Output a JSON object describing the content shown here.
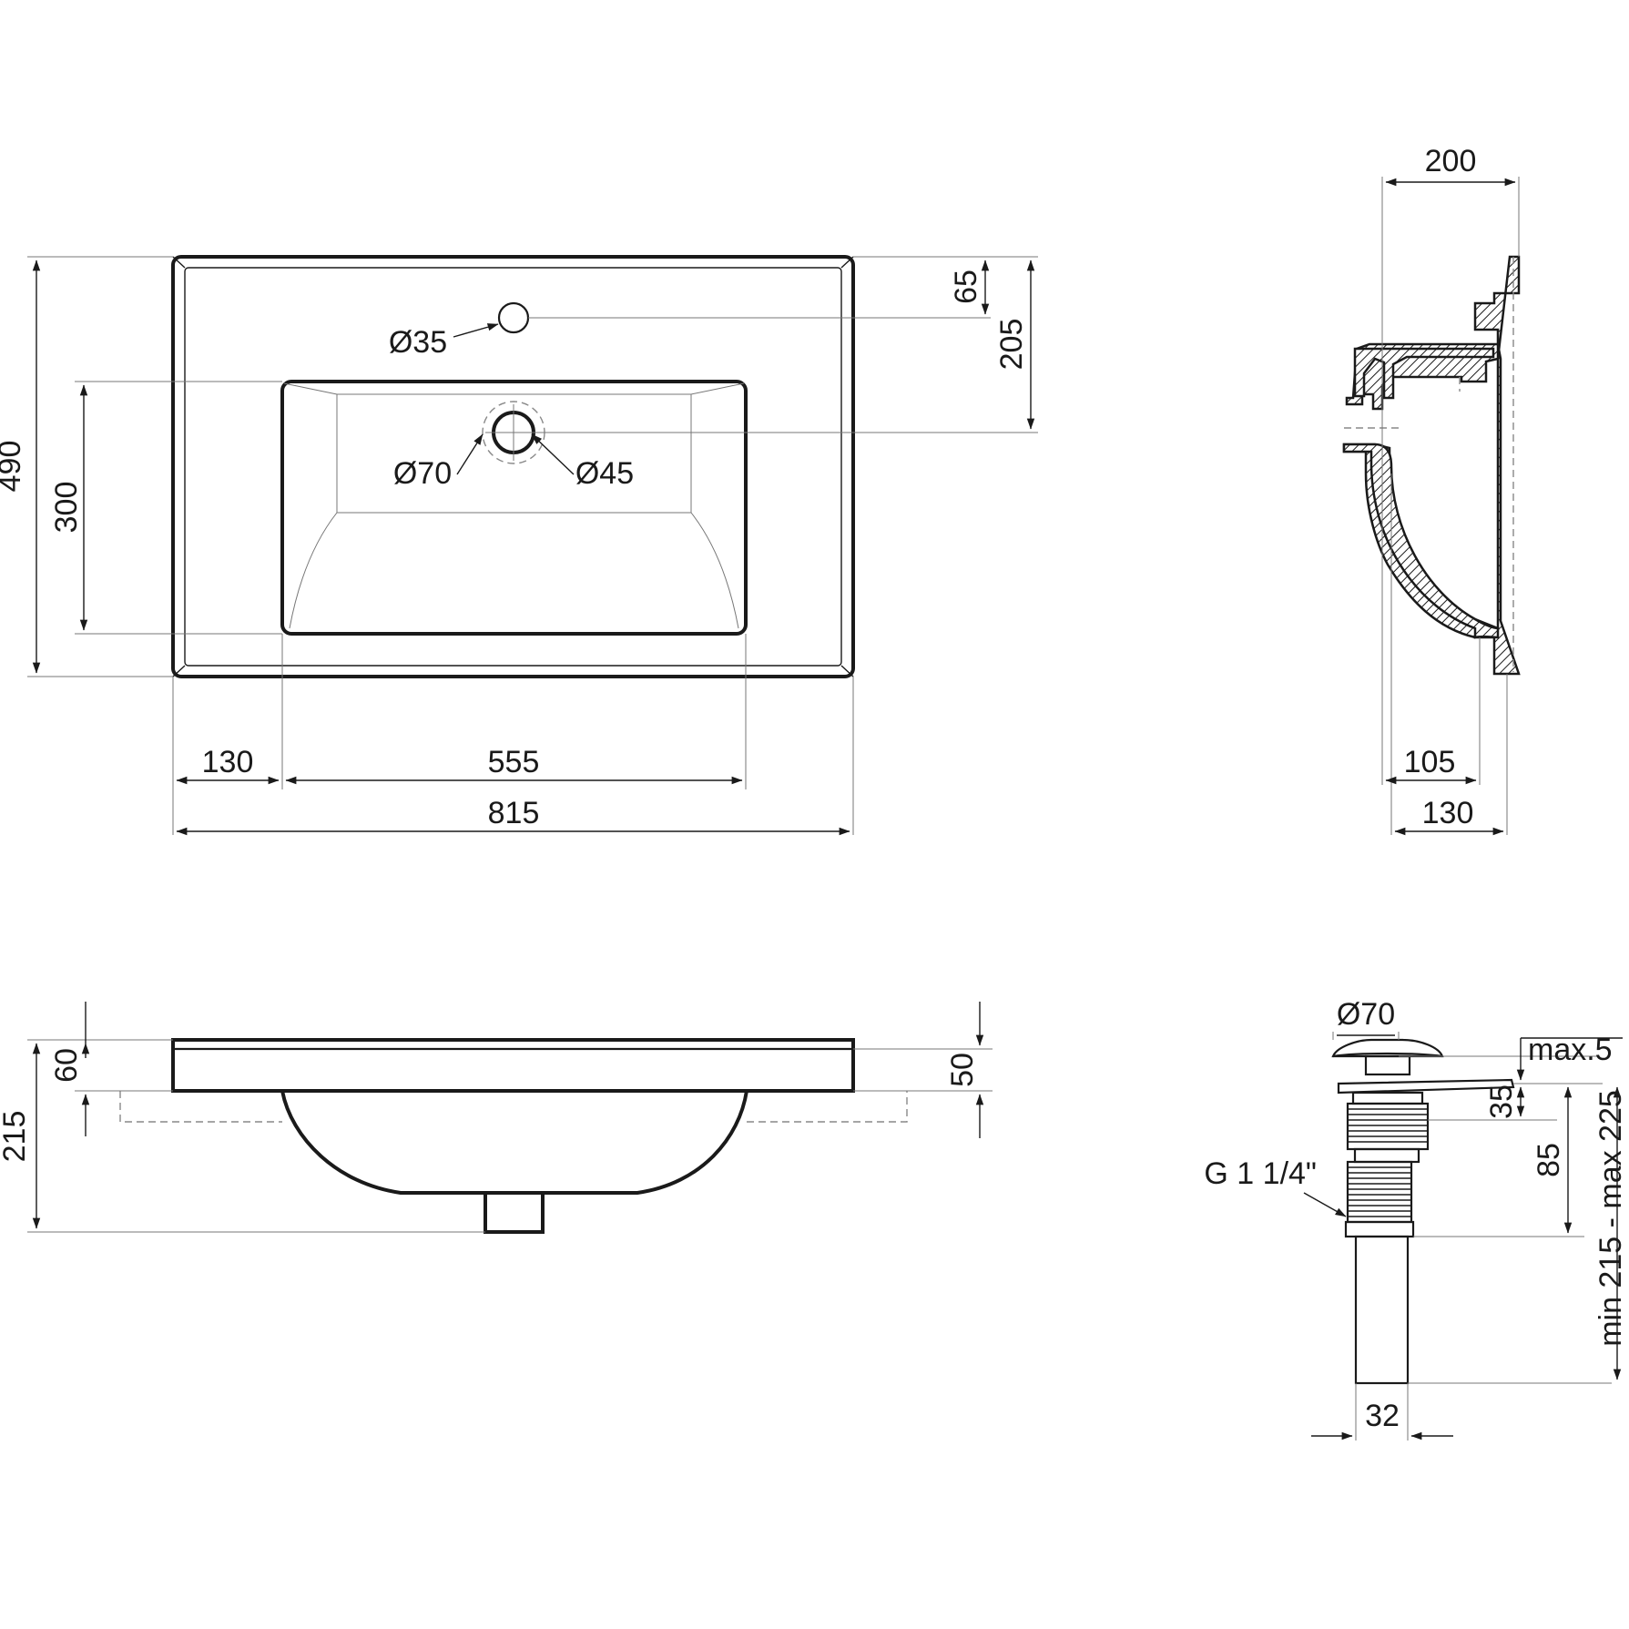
{
  "colors": {
    "line": "#1a1a1a",
    "background": "#ffffff",
    "hidden_line": "#888888"
  },
  "plan_view": {
    "width_815": "815",
    "depth_490": "490",
    "bowl_depth_300": "300",
    "left_offset_130": "130",
    "bowl_width_555": "555",
    "tap_offset_65": "65",
    "drain_offset_205": "205",
    "tap_hole": "Ø35",
    "drain_outer": "Ø70",
    "drain_inner": "Ø45"
  },
  "side_section": {
    "width_200": "200",
    "dim_105": "105",
    "dim_130": "130"
  },
  "front_view": {
    "height_215": "215",
    "rim_60": "60",
    "rim_50": "50"
  },
  "drain_detail": {
    "cap_diameter": "Ø70",
    "max_5": "max.5",
    "dim_35": "35",
    "dim_85": "85",
    "thread": "G 1 1/4\"",
    "length_range": "min 215 - max 225",
    "pipe_32": "32"
  }
}
